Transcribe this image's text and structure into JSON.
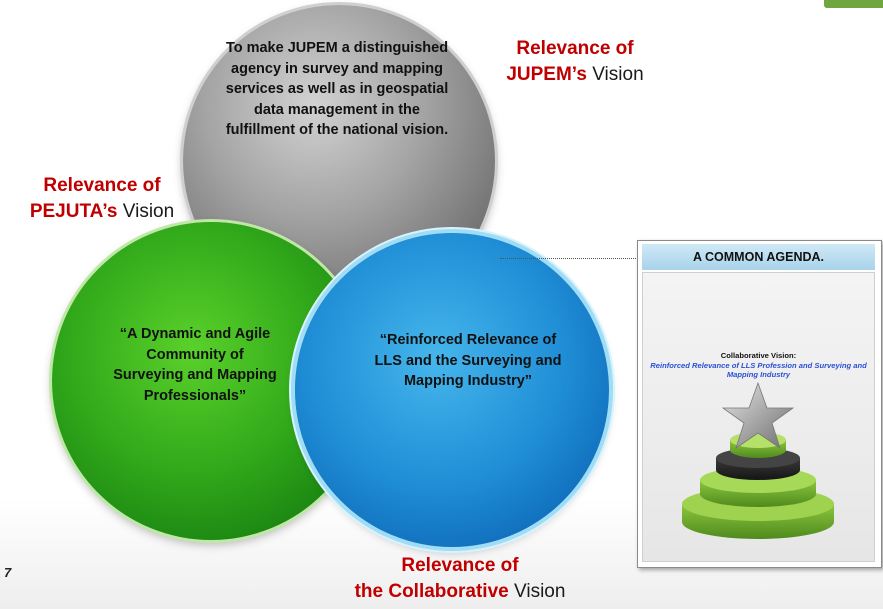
{
  "circles": {
    "jupem_text": "To make JUPEM a distinguished agency in survey and mapping services as well as in geospatial data management in the fulfillment of the national vision.",
    "pejuta_text": "“A Dynamic and Agile Community of Surveying and Mapping Professionals”",
    "collab_text": "“Reinforced Relevance of LLS and the Surveying and Mapping Industry”"
  },
  "labels": {
    "jupem": {
      "line1": "Relevance of",
      "bold": "JUPEM’s",
      "rest": " Vision"
    },
    "pejuta": {
      "line1": "Relevance of",
      "bold": "PEJUTA’s",
      "rest": " Vision"
    },
    "collab": {
      "line1": "Relevance of",
      "bold": "the Collaborative",
      "rest": " Vision"
    }
  },
  "agenda": {
    "header": "A COMMON AGENDA.",
    "vision_head": "Collaborative Vision:",
    "vision_sub": "Reinforced Relevance of LLS Profession and Surveying and Mapping Industry"
  },
  "page_number": "7",
  "colors": {
    "red_accent": "#c00000",
    "gray_circle": "#8c8c8c",
    "green_circle": "#2aa115",
    "blue_circle": "#1a86d0",
    "star": "#a9a9a9",
    "podium_green": "#8cc63f",
    "podium_dark": "#2b2b2b"
  }
}
